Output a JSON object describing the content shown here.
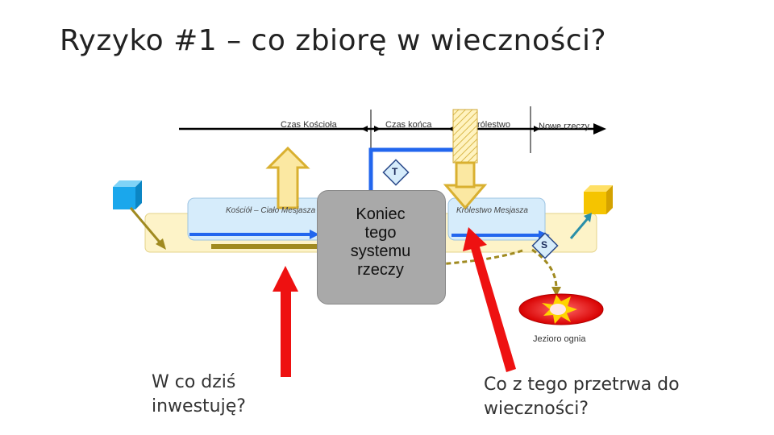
{
  "slide": {
    "title": "Ryzyko #1 – co zbiorę w wieczności?"
  },
  "timeline": {
    "church_time": "Czas Kościoła",
    "end_time": "Czas końca",
    "kingdom": "rólestwo",
    "new_things": "Nowe rzeczy"
  },
  "regions": {
    "church_body": "Kościół – Ciało Mesjasza",
    "messiah_kingdom": "Królestwo Mesjasza"
  },
  "center": {
    "line1": "Koniec",
    "line2": "tego",
    "line3": "systemu",
    "line4": "rzeczy"
  },
  "markers": {
    "t": "T",
    "s": "S"
  },
  "fire": {
    "label": "Jezioro ognia"
  },
  "questions": {
    "left_line1": "W co dziś",
    "left_line2": "inwestuję?",
    "right_line1": "Co z tego przetrwa do",
    "right_line2": "wieczności?"
  },
  "colors": {
    "blue_cube": "#1aa7ec",
    "yellow_cube": "#f5c400",
    "red_arrow": "#ee1111",
    "block_arrow": "#f0d060",
    "timeline_blue": "#2266ee",
    "olive_path": "#a08a20",
    "fire_red": "#e01a1a"
  }
}
